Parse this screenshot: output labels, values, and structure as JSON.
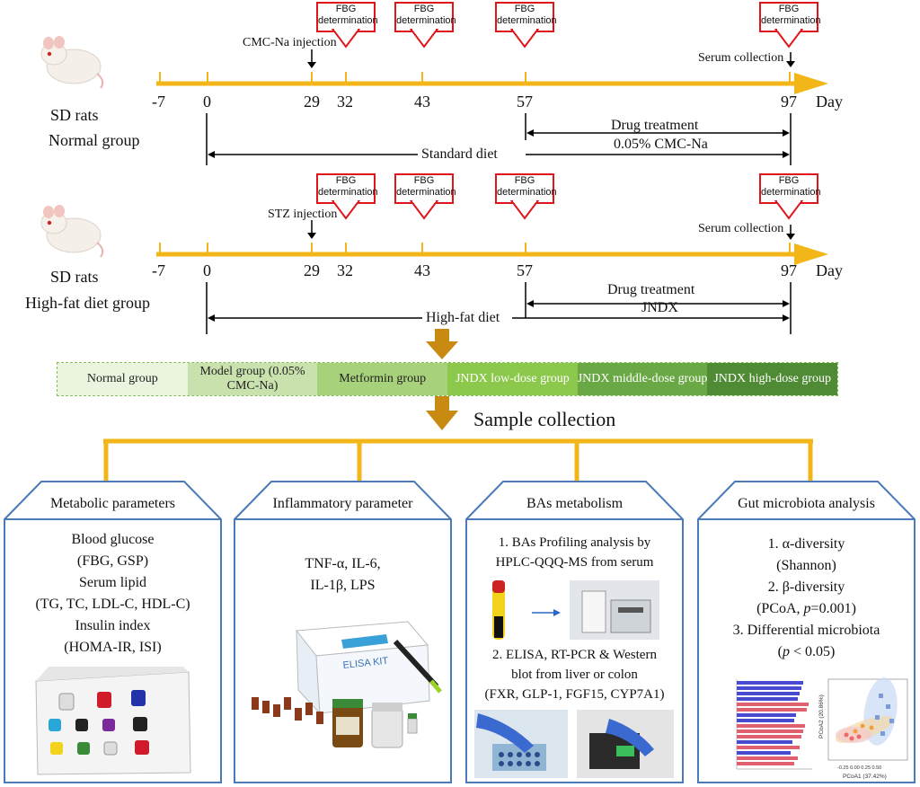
{
  "colors": {
    "timeline": "#f2b619",
    "fbg_border": "#e0141b",
    "arrow": "#c88a10",
    "panel_border": "#4a7ab8"
  },
  "top_row": {
    "group_name_1": "SD rats",
    "group_name_2": "Normal group",
    "injection": "CMC-Na injection",
    "serum": "Serum collection",
    "ticks": [
      "-7",
      "0",
      "29",
      "32",
      "43",
      "57",
      "97"
    ],
    "day": "Day",
    "treatment_title": "Drug treatment",
    "treatment_drug": "0.05% CMC-Na",
    "diet": "Standard diet"
  },
  "bottom_row": {
    "group_name_1": "SD rats",
    "group_name_2": "High-fat diet group",
    "injection": "STZ injection",
    "serum": "Serum collection",
    "ticks": [
      "-7",
      "0",
      "29",
      "32",
      "43",
      "57",
      "97"
    ],
    "day": "Day",
    "treatment_title": "Drug treatment",
    "treatment_drug": "JNDX",
    "diet": "High-fat diet"
  },
  "fbg": {
    "line1": "FBG",
    "line2": "determination"
  },
  "groups": [
    {
      "label": "Normal group",
      "color": "#eaf4de"
    },
    {
      "label": "Model group (0.05% CMC-Na)",
      "color": "#c9e2ad"
    },
    {
      "label": "Metformin group",
      "color": "#a8d17b"
    },
    {
      "label": "JNDX low-dose group",
      "color": "#8cc84b"
    },
    {
      "label": "JNDX middle-dose group",
      "color": "#6aa845"
    },
    {
      "label": "JNDX high-dose group",
      "color": "#4f8a35"
    }
  ],
  "sample_collection": "Sample collection",
  "panels": {
    "metabolic": {
      "title": "Metabolic parameters",
      "lines": [
        "Blood glucose",
        "(FBG, GSP)",
        "Serum lipid",
        "(TG, TC, LDL-C, HDL-C)",
        "Insulin index",
        "(HOMA-IR, ISI)"
      ]
    },
    "inflammatory": {
      "title": "Inflammatory parameter",
      "lines": [
        "TNF-α, IL-6,",
        "IL-1β, LPS"
      ],
      "kit_label": "ELISA KIT"
    },
    "bas": {
      "title": "BAs metabolism",
      "lines": [
        "1. BAs Profiling analysis by",
        "HPLC-QQQ-MS from serum"
      ],
      "lines2": [
        "2. ELISA, RT-PCR & Western",
        "blot from liver or colon",
        "(FXR, GLP-1, FGF15, CYP7A1)"
      ]
    },
    "gut": {
      "title": "Gut microbiota analysis",
      "l1": "1. α-diversity",
      "l2": "(Shannon)",
      "l3": "2. β-diversity",
      "l4a": "(PCoA, ",
      "l4p": "p",
      "l4b": "=0.001)",
      "l5": "3. Differential microbiota",
      "l6a": "(",
      "l6p": "p",
      "l6b": " < 0.05)",
      "pcoa_x": "PCoA1 (37.42%)",
      "pcoa_y": "PCoA2 (20.86%)"
    }
  }
}
